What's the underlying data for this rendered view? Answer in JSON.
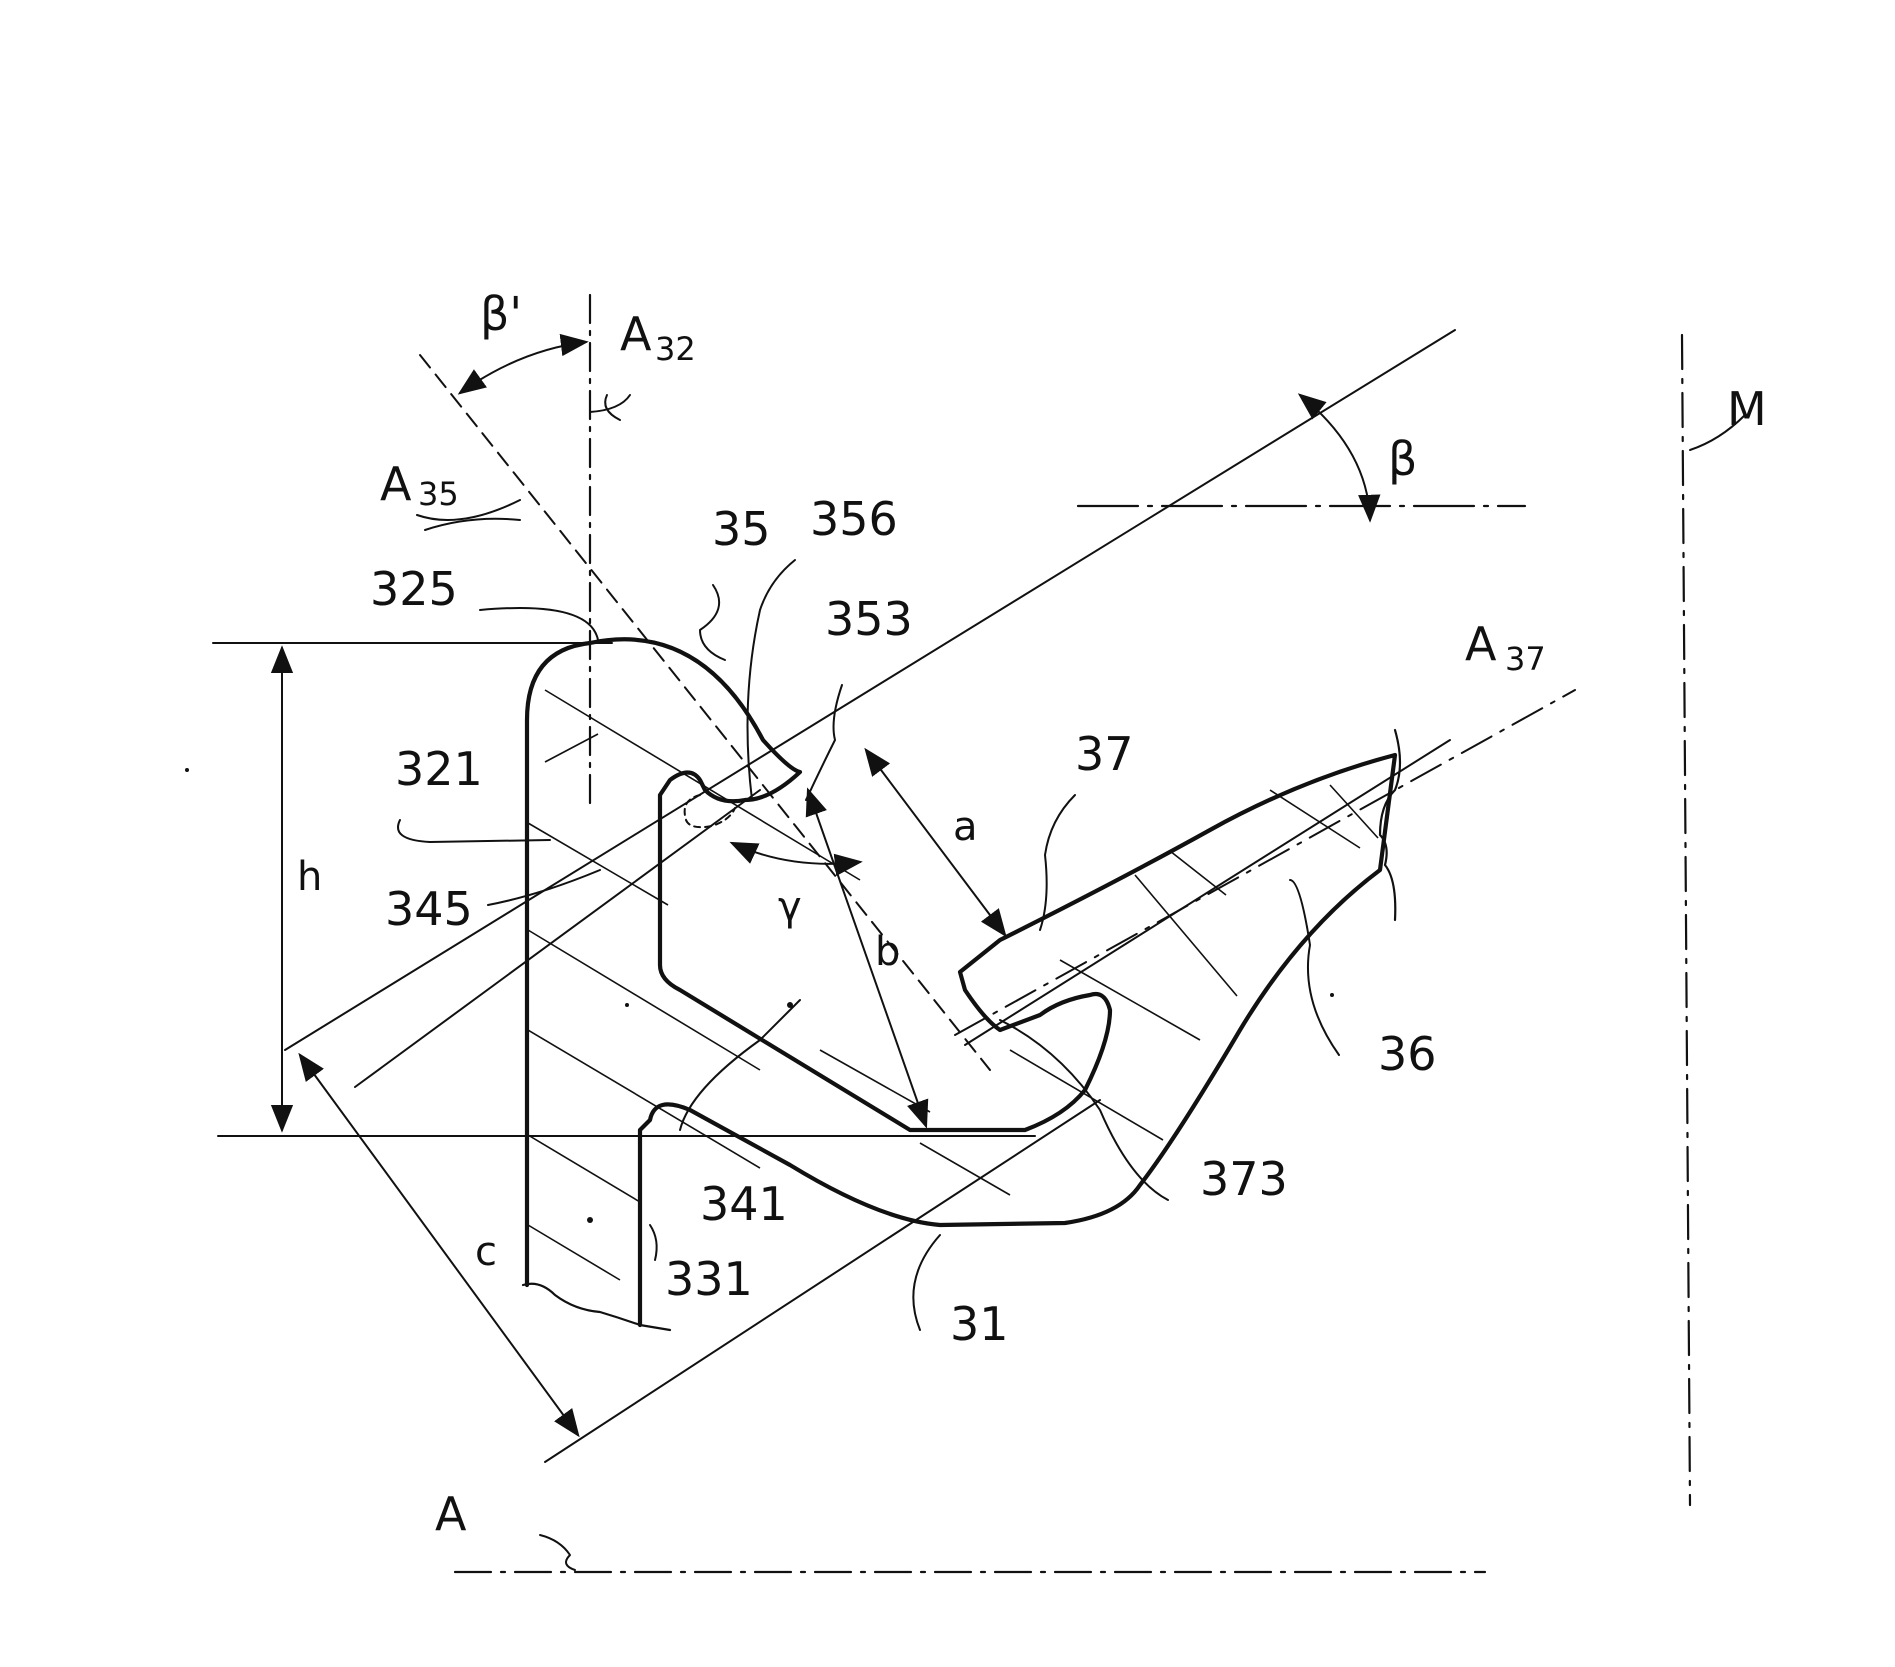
{
  "labels": {
    "beta_prime": "β'",
    "A32_main": "A",
    "A32_sub": "32",
    "A35_main": "A",
    "A35_sub": "35",
    "A37_main": "A",
    "A37_sub": "37",
    "M": "M",
    "beta": "β",
    "l35": "35",
    "l356": "356",
    "l325": "325",
    "l353": "353",
    "l321": "321",
    "l345": "345",
    "l37": "37",
    "la": "a",
    "lh": "h",
    "lgamma": "γ",
    "lb": "b",
    "l36": "36",
    "l373": "373",
    "l341": "341",
    "l331": "331",
    "lc": "c",
    "l31": "31",
    "lA": "A"
  }
}
